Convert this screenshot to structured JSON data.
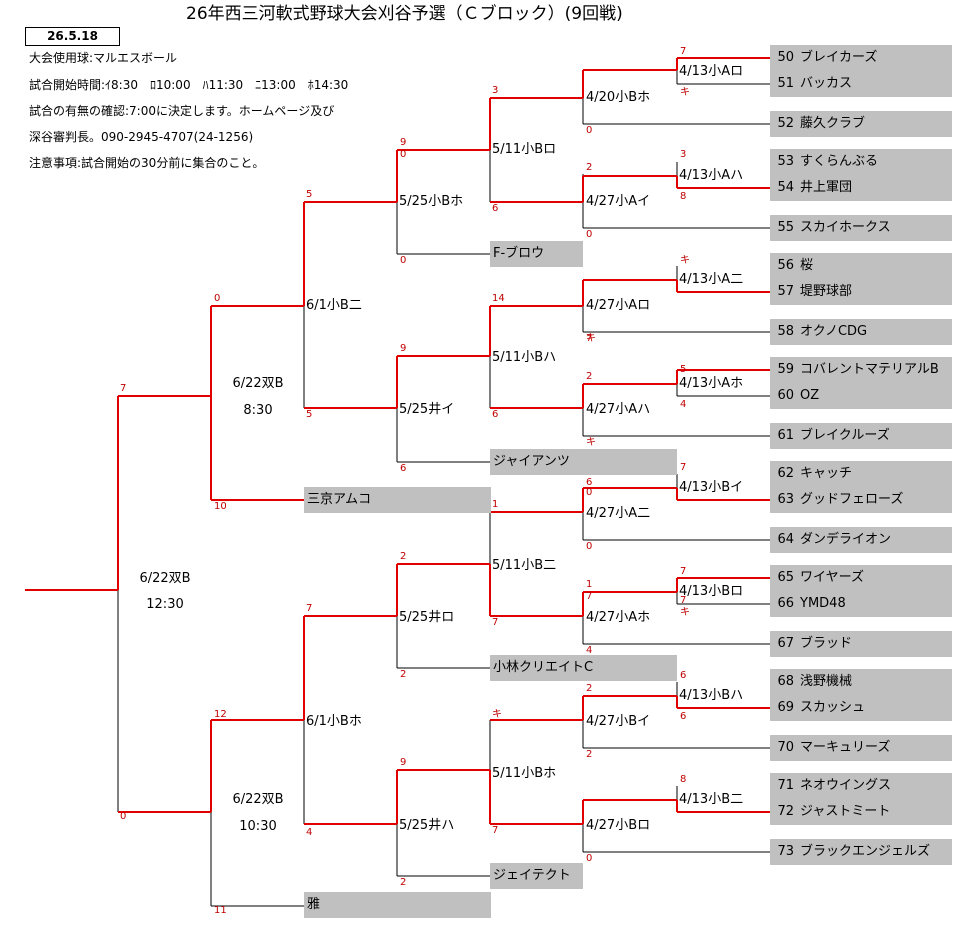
{
  "header": {
    "title": "26年西三河軟式野球大会刈谷予選（Ｃブロック）(9回戦)",
    "date": "26.5.18"
  },
  "notes": [
    "大会使用球:マルエスボール",
    "試合開始時間:ｲ8:30　ﾛ10:00　ﾊ11:30　ﾆ13:00　ﾎ14:30",
    "試合の有無の確認:7:00に決定します。ホームページ及び",
    "深谷審判長。090-2945-4707(24-1256)",
    "注意事項:試合開始の30分前に集合のこと。"
  ],
  "teams": [
    {
      "num": "50",
      "name": "ブレイカーズ"
    },
    {
      "num": "51",
      "name": "バッカス"
    },
    {
      "num": "52",
      "name": "藤久クラブ"
    },
    {
      "num": "53",
      "name": "すくらんぶる"
    },
    {
      "num": "54",
      "name": "井上軍団"
    },
    {
      "num": "55",
      "name": "スカイホークス"
    },
    {
      "num": "56",
      "name": "桜"
    },
    {
      "num": "57",
      "name": "堤野球部"
    },
    {
      "num": "58",
      "name": "オクノCDG"
    },
    {
      "num": "59",
      "name": "コバレントマテリアルB"
    },
    {
      "num": "60",
      "name": "OZ"
    },
    {
      "num": "61",
      "name": "ブレイクルーズ"
    },
    {
      "num": "62",
      "name": "キャッチ"
    },
    {
      "num": "63",
      "name": "グッドフェローズ"
    },
    {
      "num": "64",
      "name": "ダンデライオン"
    },
    {
      "num": "65",
      "name": "ワイヤーズ"
    },
    {
      "num": "66",
      "name": "YMD48"
    },
    {
      "num": "67",
      "name": "ブラッド"
    },
    {
      "num": "68",
      "name": "浅野機械"
    },
    {
      "num": "69",
      "name": "スカッシュ"
    },
    {
      "num": "70",
      "name": "マーキュリーズ"
    },
    {
      "num": "71",
      "name": "ネオウイングス"
    },
    {
      "num": "72",
      "name": "ジャストミート"
    },
    {
      "num": "73",
      "name": "ブラックエンジェルズ"
    }
  ],
  "seeded": [
    {
      "name": "F-ブロウ"
    },
    {
      "name": "ジャイアンツ"
    },
    {
      "name": "三京アムコ"
    },
    {
      "name": "小林クリエイトC"
    },
    {
      "name": "ジェイテクト"
    },
    {
      "name": "雅"
    }
  ],
  "matches": [
    {
      "label": "4/13小Aロ"
    },
    {
      "label": "4/20小Bホ"
    },
    {
      "label": "4/13小Aハ"
    },
    {
      "label": "4/27小Aイ"
    },
    {
      "label": "4/13小A二"
    },
    {
      "label": "4/27小Aロ"
    },
    {
      "label": "4/13小Aホ"
    },
    {
      "label": "4/27小Aハ"
    },
    {
      "label": "4/13小Bイ"
    },
    {
      "label": "4/27小A二"
    },
    {
      "label": "4/13小Bロ"
    },
    {
      "label": "4/27小Aホ"
    },
    {
      "label": "4/13小Bハ"
    },
    {
      "label": "4/27小Bイ"
    },
    {
      "label": "4/13小B二"
    },
    {
      "label": "4/27小Bロ"
    },
    {
      "label": "5/11小Bロ"
    },
    {
      "label": "5/11小Bハ"
    },
    {
      "label": "5/11小B二"
    },
    {
      "label": "5/11小Bホ"
    },
    {
      "label": "5/25小Bホ"
    },
    {
      "label": "5/25井イ"
    },
    {
      "label": "5/25井ロ"
    },
    {
      "label": "5/25井ハ"
    },
    {
      "label": "6/1小B二"
    },
    {
      "label": "6/1小Bホ"
    }
  ],
  "finals": [
    {
      "date": "6/22双B",
      "time": "8:30"
    },
    {
      "date": "6/22双B",
      "time": "10:30"
    },
    {
      "date": "6/22双B",
      "time": "12:30"
    }
  ],
  "scores": [
    "7",
    "キ",
    "0",
    "3",
    "8",
    "0",
    "2",
    "6",
    "キ",
    "7",
    "5",
    "4",
    "キ",
    "7",
    "0",
    "7",
    "キ",
    "4",
    "6",
    "6",
    "2",
    "2",
    "8",
    "0",
    "3",
    "2",
    "14",
    "キ",
    "9",
    "6",
    "6",
    "1",
    "7",
    "キ",
    "7",
    "2",
    "9",
    "0",
    "9",
    "5",
    "2",
    "6",
    "2",
    "5",
    "7",
    "4",
    "0",
    "10",
    "12",
    "0",
    "7",
    "0",
    "11",
    "1",
    "0",
    "7",
    "7"
  ],
  "colors": {
    "win": "#e00000",
    "line": "#000000",
    "box": "#c0c0c0"
  }
}
